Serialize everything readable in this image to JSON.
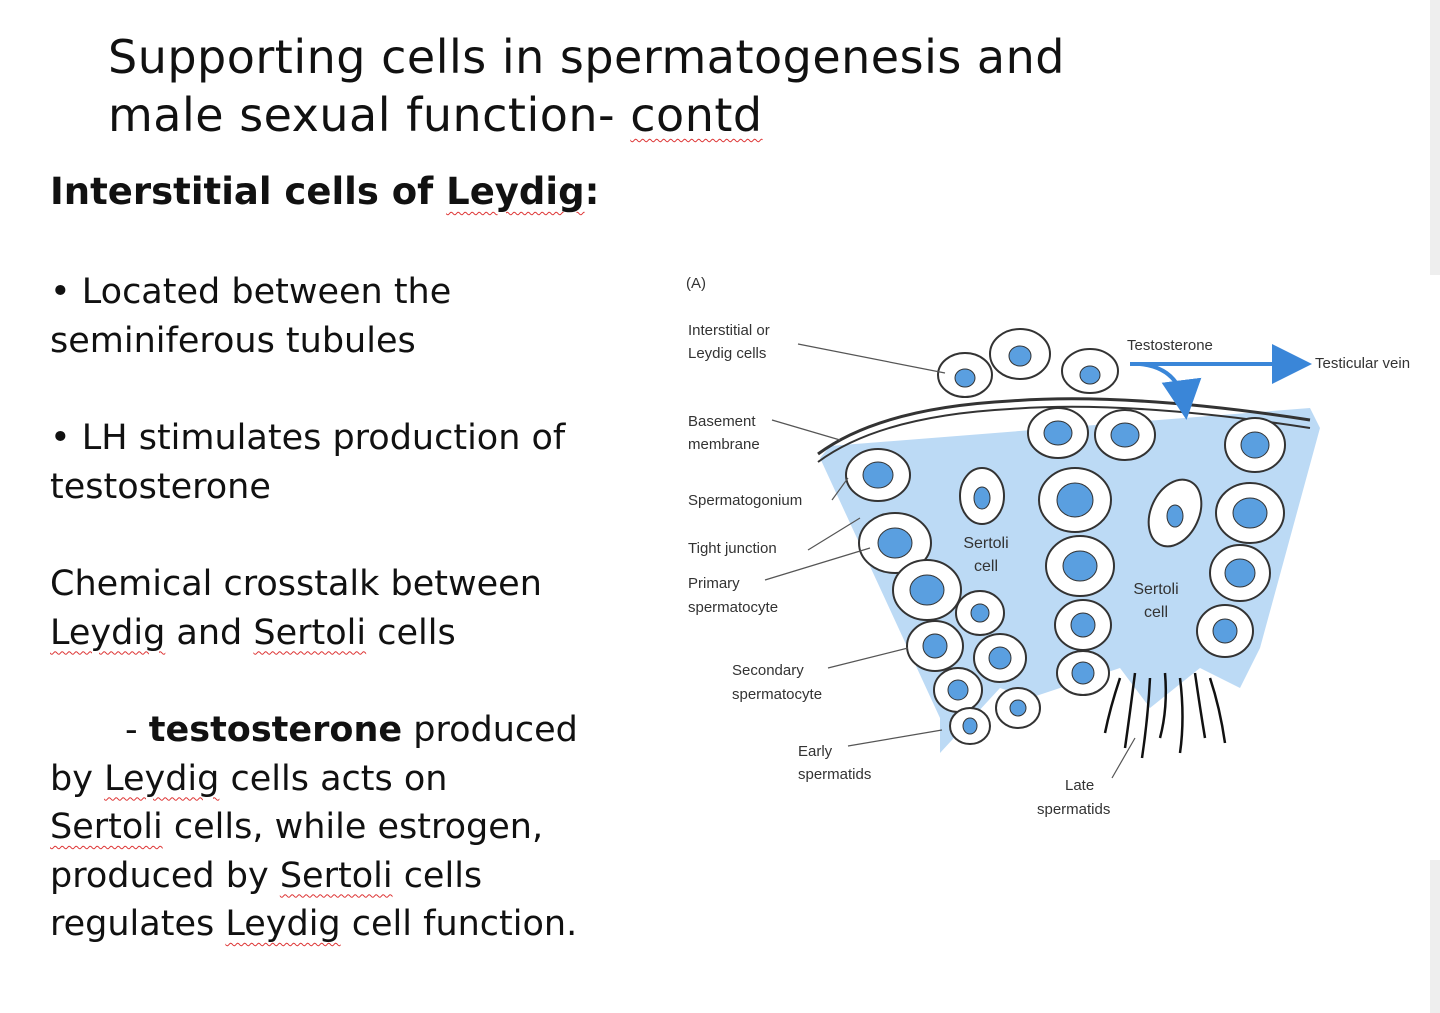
{
  "slide": {
    "title_line1": "Supporting cells in spermatogenesis and",
    "title_line2_a": "male sexual   function- ",
    "title_line2_b": "contd",
    "heading_a": "Interstitial cells of ",
    "heading_b": "Leydig",
    "heading_c": ":",
    "bullet1_line1": "• Located between the",
    "bullet1_line2": "seminiferous tubules",
    "bullet2_line1": "• LH stimulates production of",
    "bullet2_line2": "testosterone",
    "crosstalk_line1": "Chemical crosstalk between",
    "crosstalk_l2_a": "Leydig",
    "crosstalk_l2_b": " and ",
    "crosstalk_l2_c": "Sertoli",
    "crosstalk_l2_d": " cells",
    "p_l1_a": "- ",
    "p_l1_b": "testosterone",
    "p_l1_c": " produced",
    "p_l2_a": "by ",
    "p_l2_b": "Leydig",
    "p_l2_c": " cells  acts on",
    "p_l3_a": "Sertoli",
    "p_l3_b": " cells, while estrogen,",
    "p_l4_a": "produced by ",
    "p_l4_b": "Sertoli",
    "p_l4_c": " cells",
    "p_l5_a": "regulates ",
    "p_l5_b": "Leydig",
    "p_l5_c": " cell function."
  },
  "figure": {
    "panel_label": "(A)",
    "labels": {
      "interstitial_1": "Interstitial or",
      "interstitial_2": "Leydig cells",
      "basement_1": "Basement",
      "basement_2": "membrane",
      "spermatogonium": "Spermatogonium",
      "tight_junction": "Tight junction",
      "primary_1": "Primary",
      "primary_2": "spermatocyte",
      "secondary_1": "Secondary",
      "secondary_2": "spermatocyte",
      "early_1": "Early",
      "early_2": "spermatids",
      "late_1": "Late",
      "late_2": "spermatids",
      "testosterone": "Testosterone",
      "testicular_vein": "Testicular vein",
      "sertoli1_a": "Sertoli",
      "sertoli1_b": "cell",
      "sertoli2_a": "Sertoli",
      "sertoli2_b": "cell"
    },
    "colors": {
      "cytoplasm": "#bcdaf5",
      "nucleus": "#5a9fe0",
      "arrow": "#3a86d8"
    }
  }
}
